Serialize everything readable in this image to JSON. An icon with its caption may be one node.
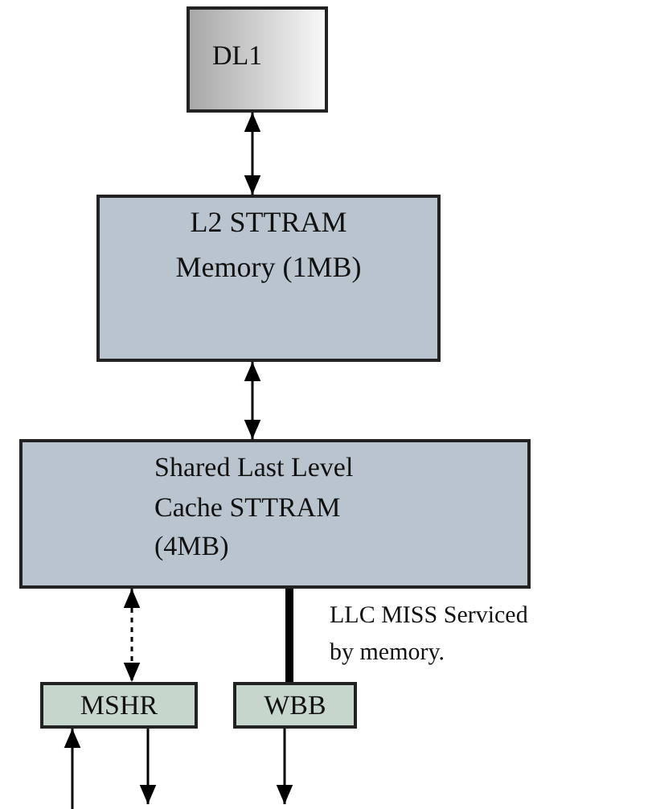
{
  "diagram": {
    "nodes": [
      {
        "text": [
          "DL1"
        ]
      },
      {
        "text": [
          "L2 STTRAM Memory (1MB)"
        ]
      },
      {
        "text": [
          "Shared Last Level Cache STTRAM (4MB)"
        ]
      },
      {
        "text": [
          "MSHR"
        ]
      },
      {
        "text": [
          "WBB"
        ]
      }
    ],
    "edges": [
      {
        "from": 0,
        "to": 1,
        "arrow": "both"
      },
      {
        "from": 1,
        "to": 2,
        "arrow": "both"
      },
      {
        "from": 2,
        "to": 3,
        "arrow": "both",
        "style": "dashed"
      },
      {
        "from": 2,
        "to": 4,
        "arrow": "none",
        "style": "thick"
      },
      {
        "from": null,
        "to": 3,
        "arrow": "to"
      },
      {
        "from": 3,
        "to": null,
        "arrow": "to"
      },
      {
        "from": 4,
        "to": null,
        "arrow": "to"
      }
    ],
    "labels": [
      "LLC MISS Serviced by memory."
    ]
  }
}
